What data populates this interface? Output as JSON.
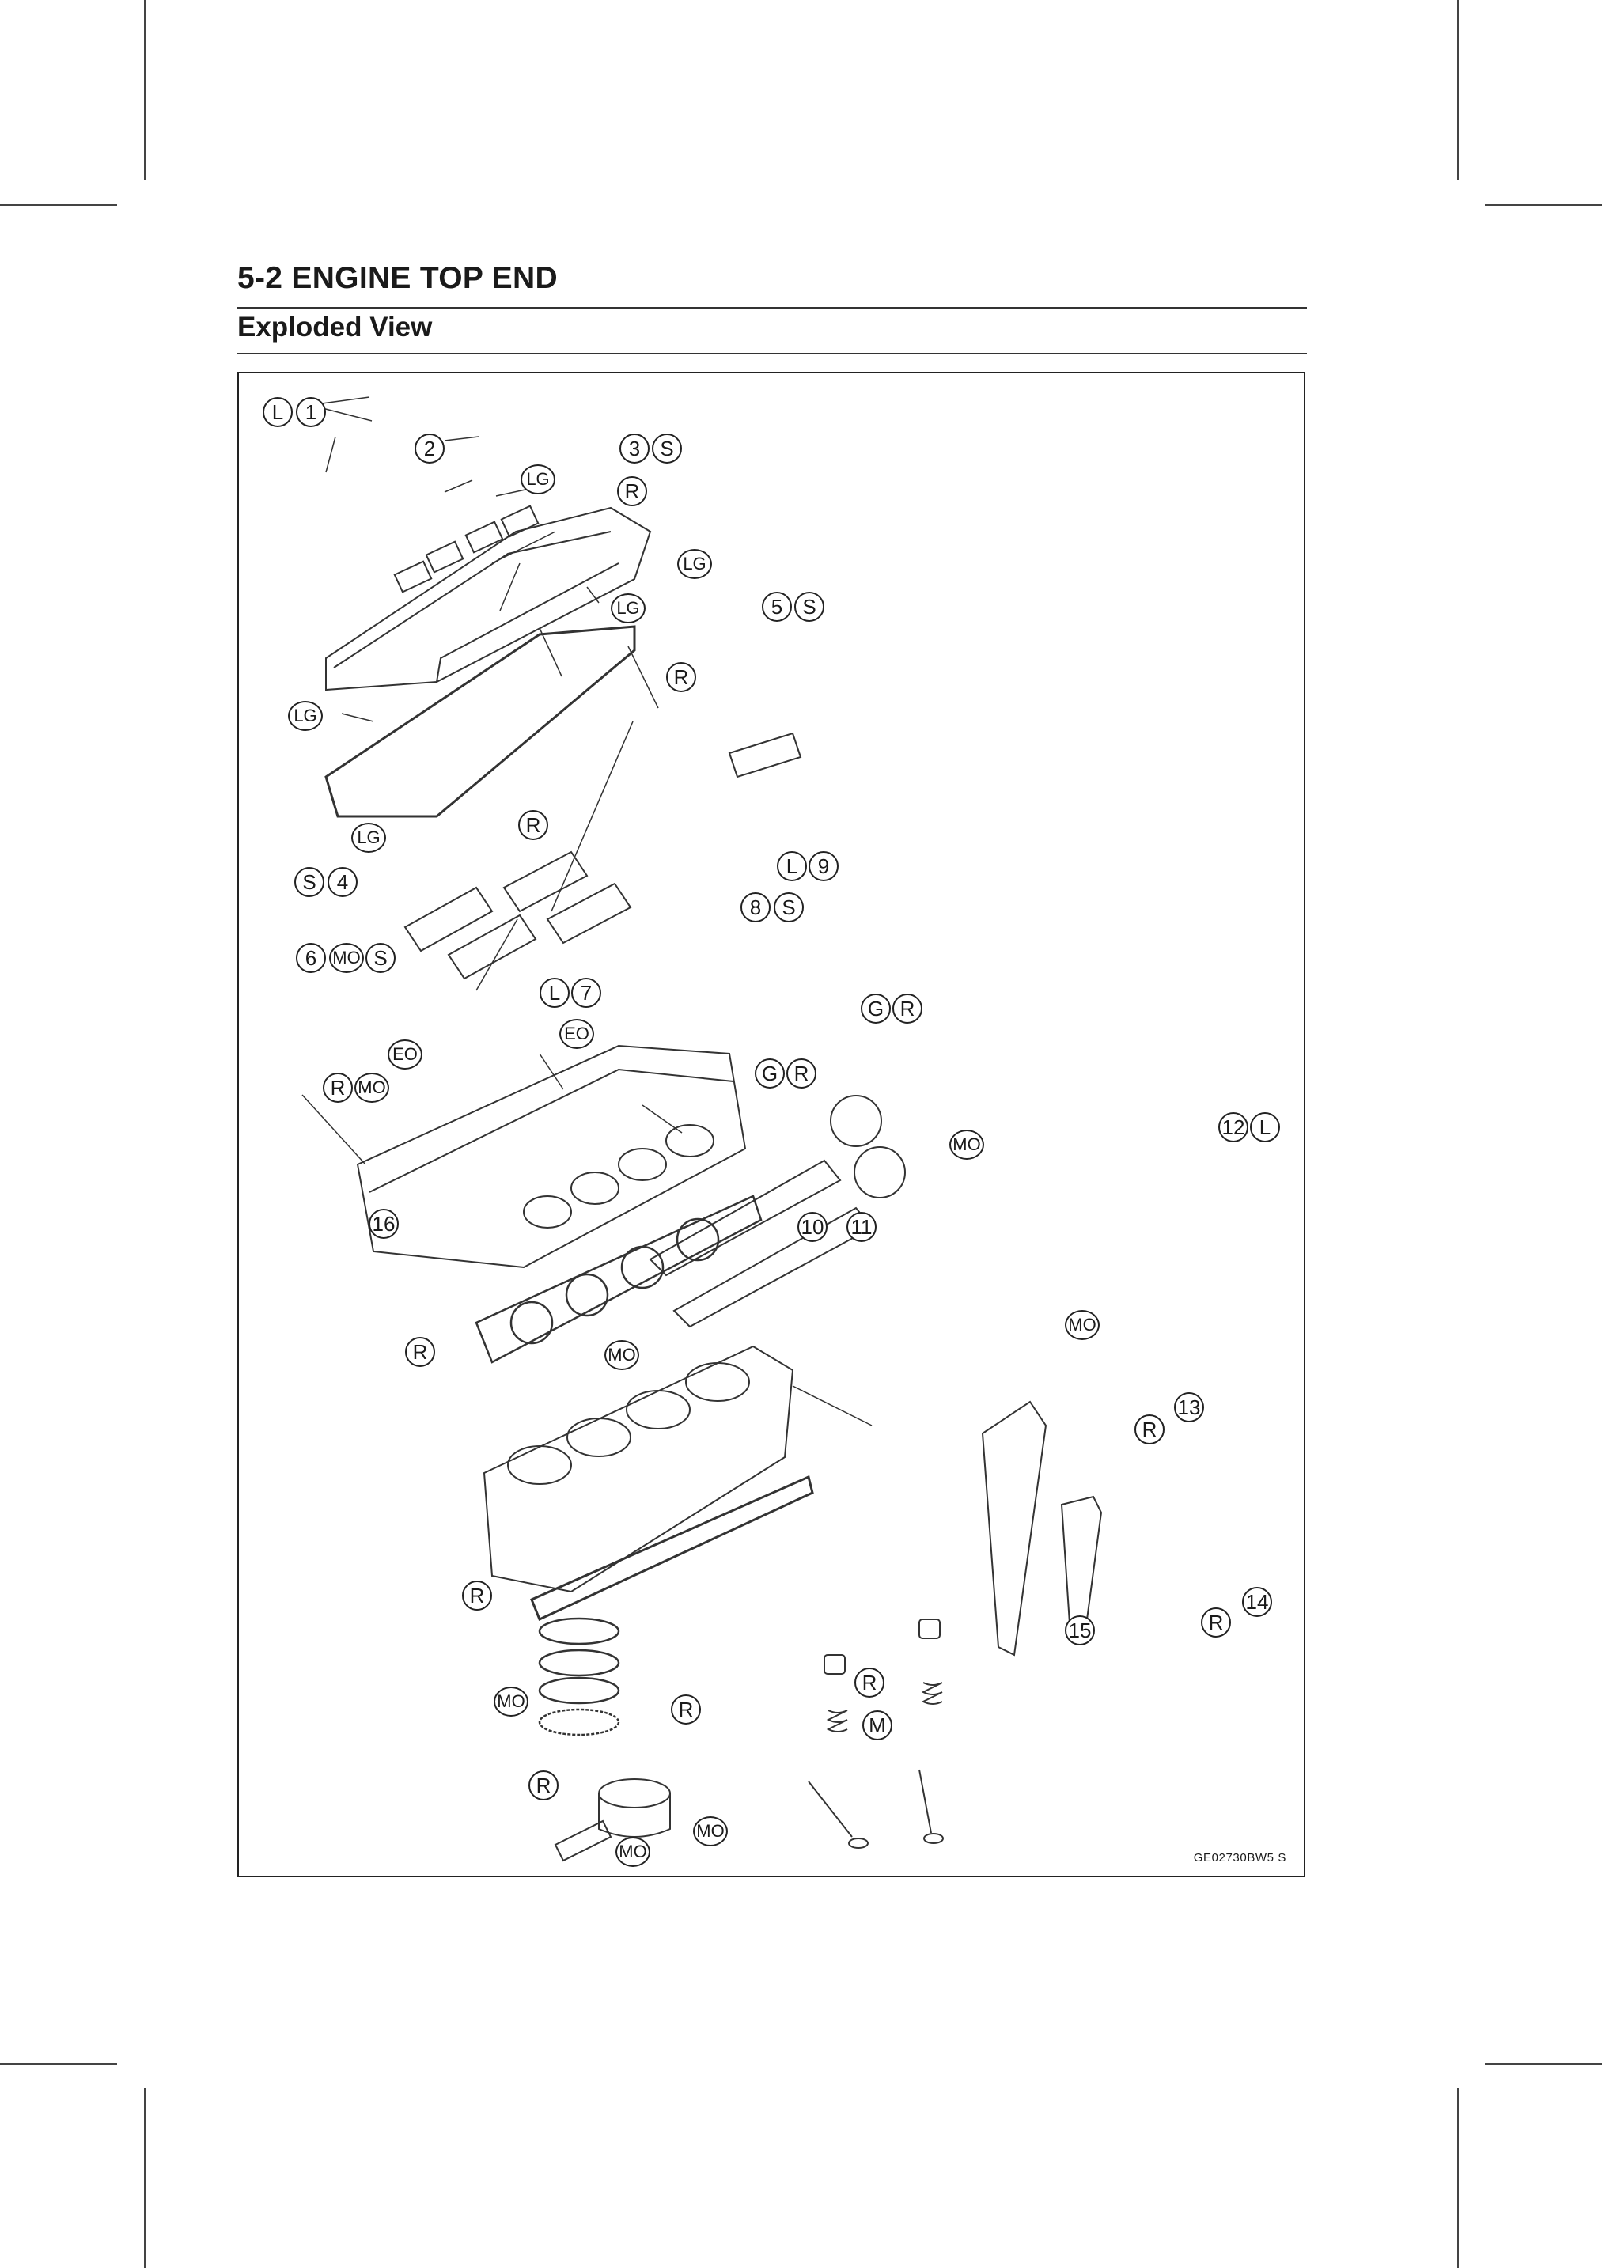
{
  "page": {
    "header_title": "5-2 ENGINE TOP END",
    "section_title": "Exploded View"
  },
  "figure": {
    "code": "GE02730BW5  S",
    "callouts": [
      {
        "id": "c01",
        "text": "L"
      },
      {
        "id": "c02",
        "text": "1"
      },
      {
        "id": "c03",
        "text": "2"
      },
      {
        "id": "c04",
        "text": "3"
      },
      {
        "id": "c05",
        "text": "S"
      },
      {
        "id": "c06",
        "text": "LG"
      },
      {
        "id": "c07",
        "text": "R"
      },
      {
        "id": "c08",
        "text": "LG"
      },
      {
        "id": "c09",
        "text": "LG"
      },
      {
        "id": "c10",
        "text": "5"
      },
      {
        "id": "c11",
        "text": "S"
      },
      {
        "id": "c12",
        "text": "R"
      },
      {
        "id": "c13",
        "text": "LG"
      },
      {
        "id": "c14",
        "text": "LG"
      },
      {
        "id": "c15",
        "text": "R"
      },
      {
        "id": "c16",
        "text": "S"
      },
      {
        "id": "c17",
        "text": "4"
      },
      {
        "id": "c18",
        "text": "L"
      },
      {
        "id": "c19",
        "text": "9"
      },
      {
        "id": "c20",
        "text": "8"
      },
      {
        "id": "c21",
        "text": "S"
      },
      {
        "id": "c22",
        "text": "6"
      },
      {
        "id": "c23",
        "text": "MO"
      },
      {
        "id": "c24",
        "text": "S"
      },
      {
        "id": "c25",
        "text": "L"
      },
      {
        "id": "c26",
        "text": "7"
      },
      {
        "id": "c27",
        "text": "G"
      },
      {
        "id": "c28",
        "text": "R"
      },
      {
        "id": "c29",
        "text": "EO"
      },
      {
        "id": "c30",
        "text": "EO"
      },
      {
        "id": "c31",
        "text": "R"
      },
      {
        "id": "c32",
        "text": "MO"
      },
      {
        "id": "c33",
        "text": "G"
      },
      {
        "id": "c34",
        "text": "R"
      },
      {
        "id": "c35",
        "text": "MO"
      },
      {
        "id": "c36",
        "text": "12"
      },
      {
        "id": "c37",
        "text": "L"
      },
      {
        "id": "c38",
        "text": "16"
      },
      {
        "id": "c39",
        "text": "10"
      },
      {
        "id": "c40",
        "text": "11"
      },
      {
        "id": "c41",
        "text": "MO"
      },
      {
        "id": "c42",
        "text": "R"
      },
      {
        "id": "c43",
        "text": "MO"
      },
      {
        "id": "c44",
        "text": "13"
      },
      {
        "id": "c45",
        "text": "R"
      },
      {
        "id": "c46",
        "text": "R"
      },
      {
        "id": "c47",
        "text": "14"
      },
      {
        "id": "c48",
        "text": "R"
      },
      {
        "id": "c49",
        "text": "15"
      },
      {
        "id": "c50",
        "text": "MO"
      },
      {
        "id": "c51",
        "text": "R"
      },
      {
        "id": "c52",
        "text": "R"
      },
      {
        "id": "c53",
        "text": "M"
      },
      {
        "id": "c54",
        "text": "R"
      },
      {
        "id": "c55",
        "text": "MO"
      },
      {
        "id": "c56",
        "text": "MO"
      }
    ]
  }
}
